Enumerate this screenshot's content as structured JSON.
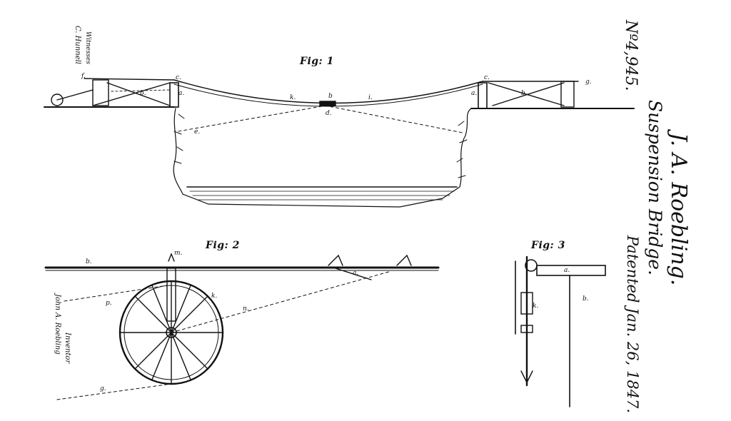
{
  "patent": {
    "number": "Nº4,945.",
    "inventor": "J. A. Roebling.",
    "title": "Suspension Bridge.",
    "date": "Patented Jan. 26, 1847."
  },
  "figures": {
    "fig1": "Fig: 1",
    "fig2": "Fig: 2",
    "fig3": "Fig: 3"
  },
  "fig1_labels": {
    "f": "f.",
    "b_left": "b.",
    "c_left_top": "c.",
    "a_left": "a.",
    "k": "k.",
    "b_mid": "b",
    "i": "i.",
    "d": "d.",
    "e": "e.",
    "c_right_top": "c.",
    "a_right": "a.",
    "b_right": "b.",
    "g": "g."
  },
  "fig2_labels": {
    "b": "b.",
    "m": "m.",
    "k": "k.",
    "p": "p.",
    "n": "n.",
    "a": "a.",
    "g": "g."
  },
  "fig3_labels": {
    "a": "a.",
    "b": "b.",
    "k": "k."
  },
  "signatures": {
    "witness_heading": "Witnesses",
    "witness_name": "C. Hunnell",
    "inventor_heading": "Inventor",
    "inventor_name": "John A. Roebling"
  }
}
